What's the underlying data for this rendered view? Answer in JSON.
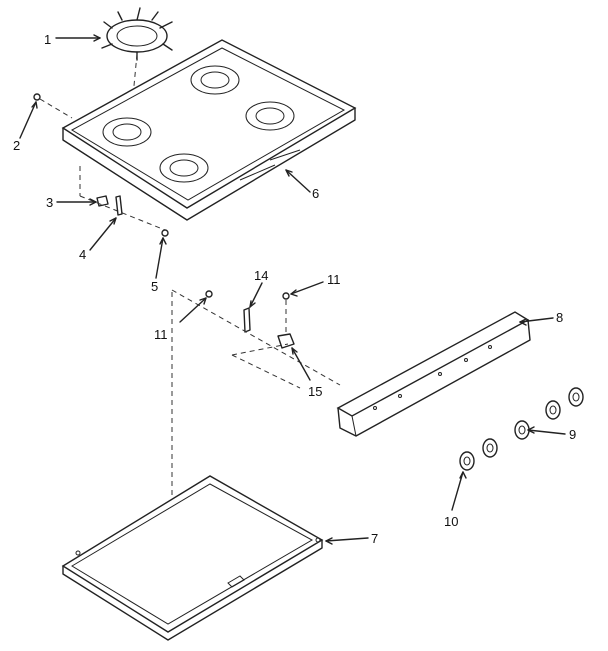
{
  "callouts": [
    {
      "id": "p1",
      "label": "1"
    },
    {
      "id": "p2",
      "label": "2"
    },
    {
      "id": "p3",
      "label": "3"
    },
    {
      "id": "p4",
      "label": "4"
    },
    {
      "id": "p5",
      "label": "5"
    },
    {
      "id": "p6",
      "label": "6"
    },
    {
      "id": "p7",
      "label": "7"
    },
    {
      "id": "p8",
      "label": "8"
    },
    {
      "id": "p9",
      "label": "9"
    },
    {
      "id": "p10",
      "label": "10"
    },
    {
      "id": "p11a",
      "label": "11"
    },
    {
      "id": "p11b",
      "label": "11"
    },
    {
      "id": "p14",
      "label": "14"
    },
    {
      "id": "p15",
      "label": "15"
    }
  ]
}
